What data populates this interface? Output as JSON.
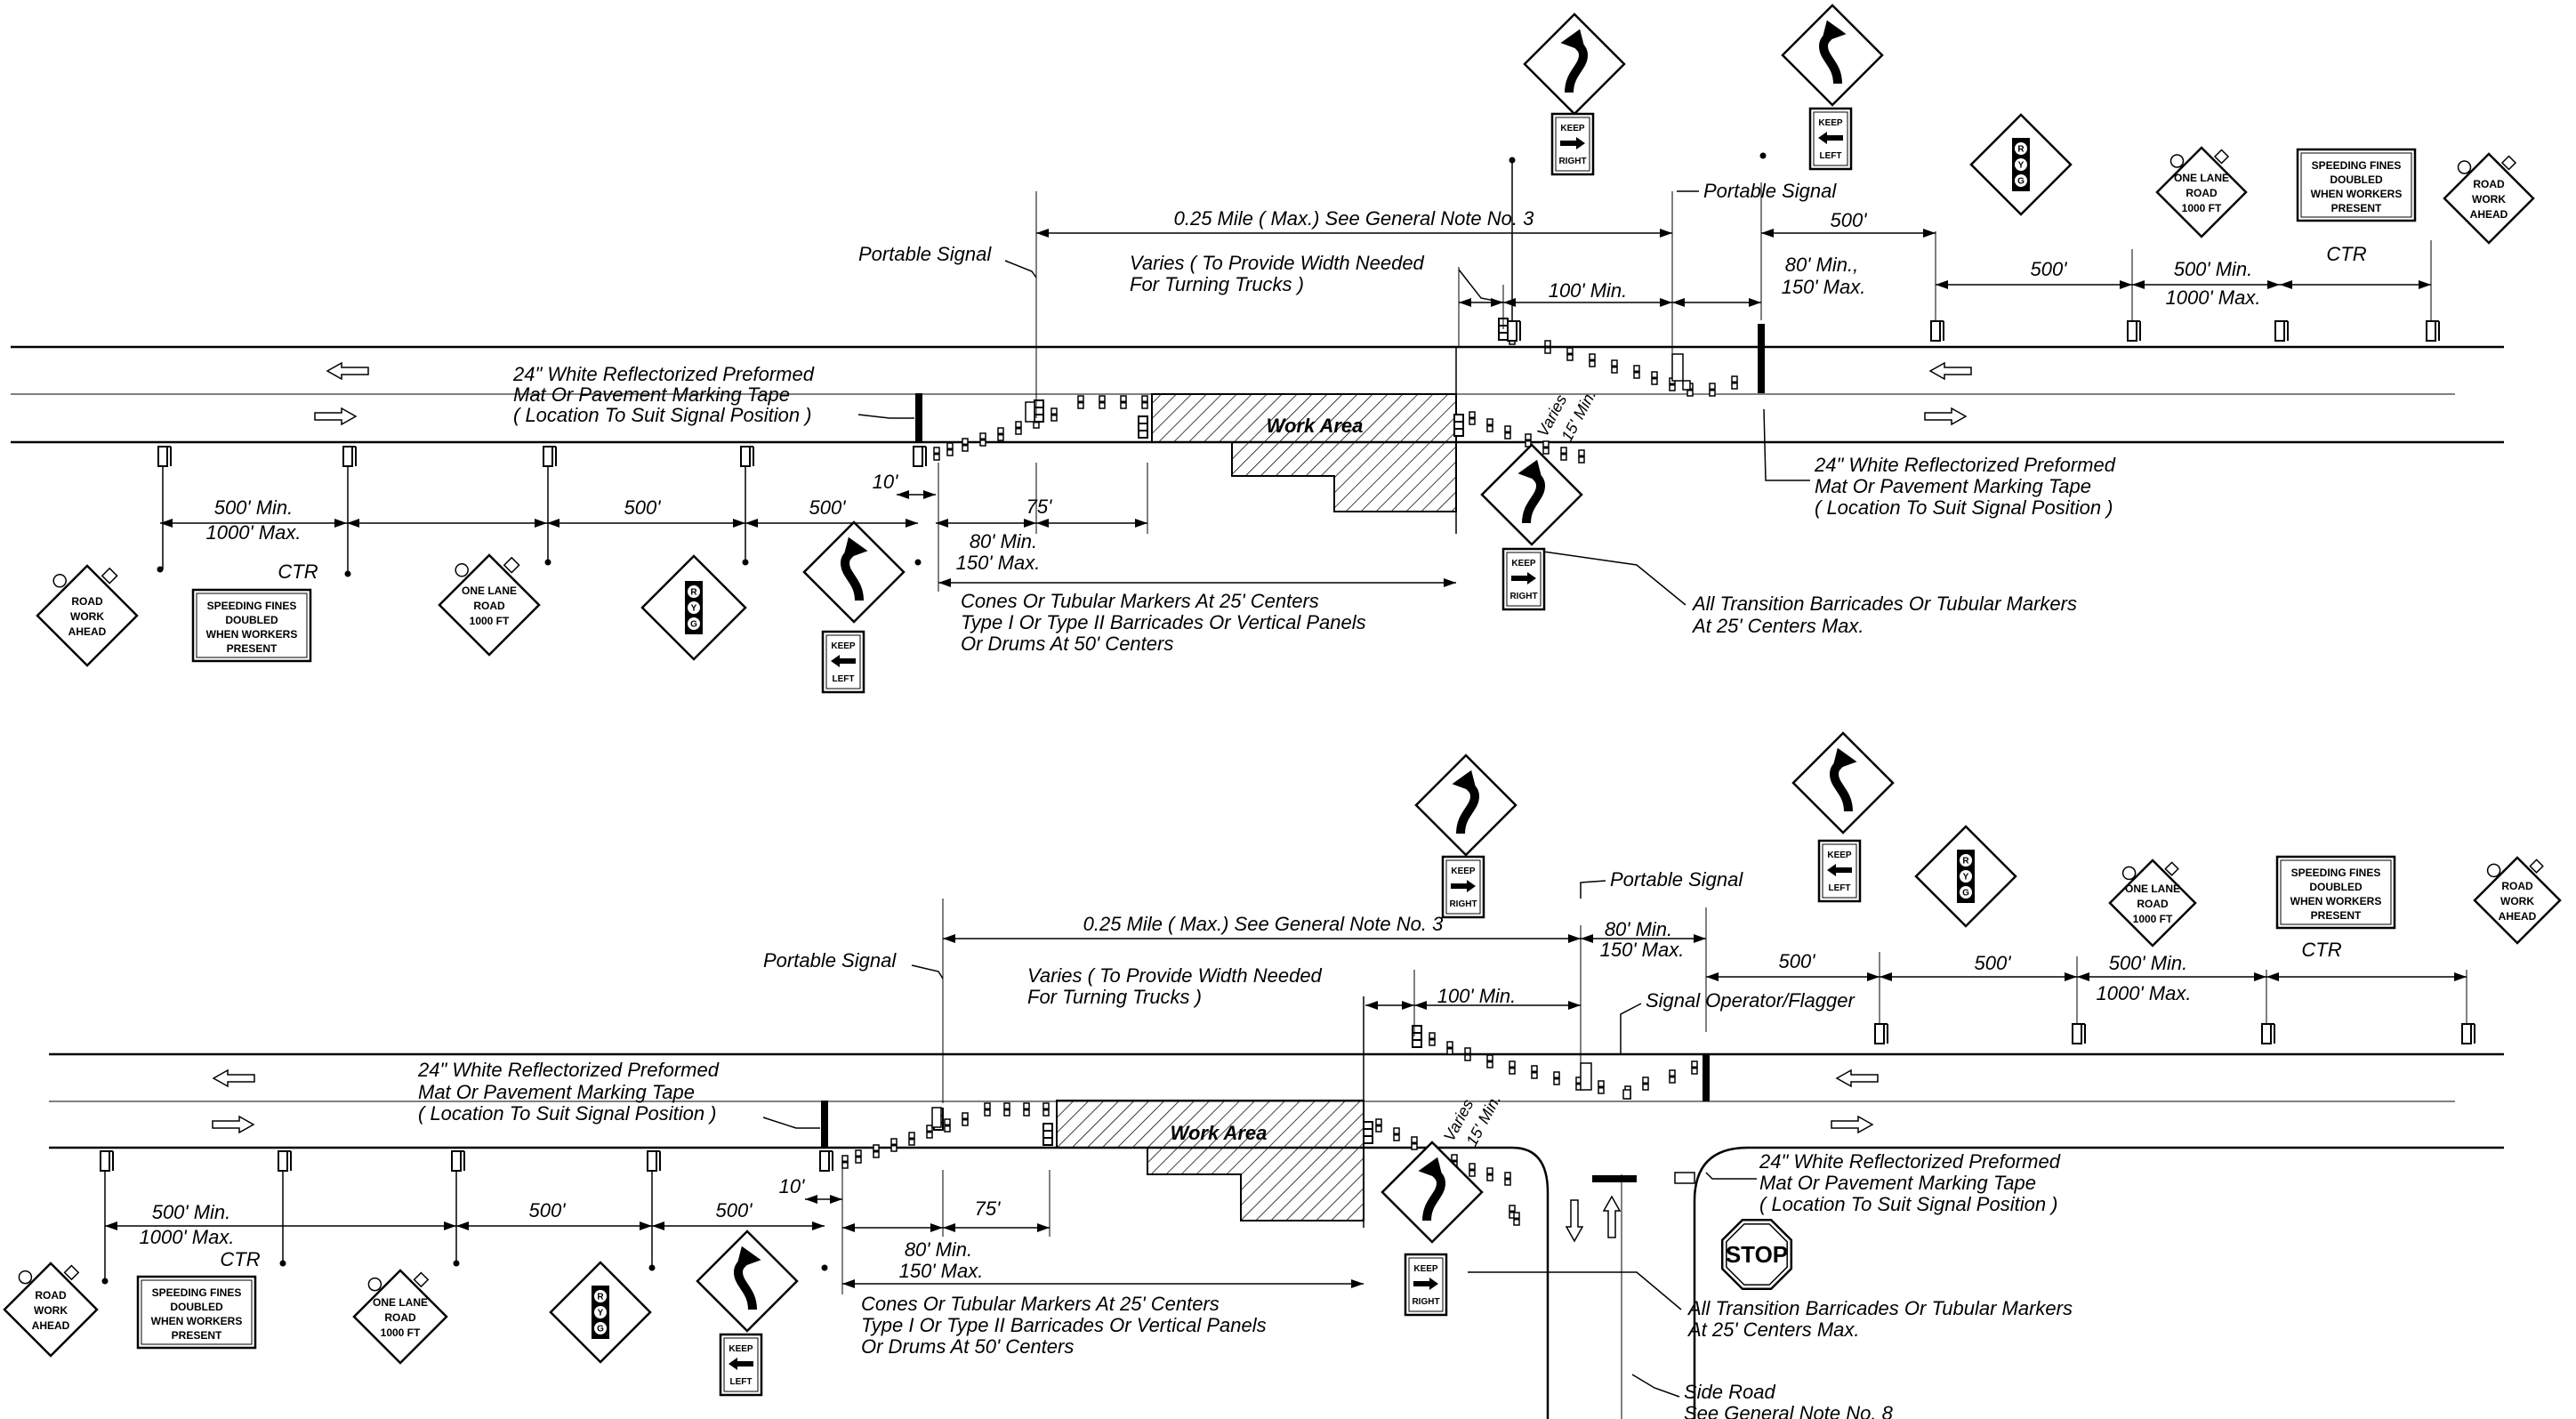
{
  "colors": {
    "ink": "#000000",
    "background": "#ffffff"
  },
  "labels": {
    "portable_signal": "Portable Signal",
    "quarter_mile": "0.25 Mile ( Max.) See General Note No. 3",
    "varies_width_1": "Varies ( To Provide Width Needed",
    "varies_width_2": "For Turning Trucks )",
    "hundred_min": "100' Min.",
    "eighty_min": "80' Min.",
    "eighty_min_comma": "80' Min.,",
    "one_fifty_max": "150' Max.",
    "five_hundred": "500'",
    "five_hundred_min": "500' Min.",
    "thousand_max": "1000' Max.",
    "ten_ft": "10'",
    "seventy_five": "75'",
    "ctr": "CTR",
    "work_area": "Work Area",
    "varies": "Varies",
    "fifteen_min": "15' Min.",
    "tape_1": "24\" White Reflectorized Preformed",
    "tape_2": "Mat Or Pavement Marking Tape",
    "tape_3": "( Location To Suit Signal Position )",
    "cones_1": "Cones Or Tubular Markers At 25' Centers",
    "cones_2": "Type I Or Type II Barricades Or Vertical Panels",
    "cones_3": "Or Drums At 50' Centers",
    "transition_1": "All Transition Barricades Or Tubular Markers",
    "transition_2": "At 25' Centers Max.",
    "signal_operator": "Signal Operator/Flagger",
    "side_road_1": "Side Road",
    "side_road_2": "See General Note No. 8"
  },
  "signs": {
    "road_work_1": "ROAD",
    "road_work_2": "WORK",
    "road_work_3": "AHEAD",
    "one_lane_1": "ONE LANE",
    "one_lane_2": "ROAD",
    "one_lane_3": "1000 FT",
    "fines_1": "SPEEDING FINES",
    "fines_2": "DOUBLED",
    "fines_3": "WHEN WORKERS",
    "fines_4": "PRESENT",
    "keep": "KEEP",
    "left": "LEFT",
    "right": "RIGHT",
    "r": "R",
    "y": "Y",
    "g": "G",
    "stop": "STOP"
  }
}
